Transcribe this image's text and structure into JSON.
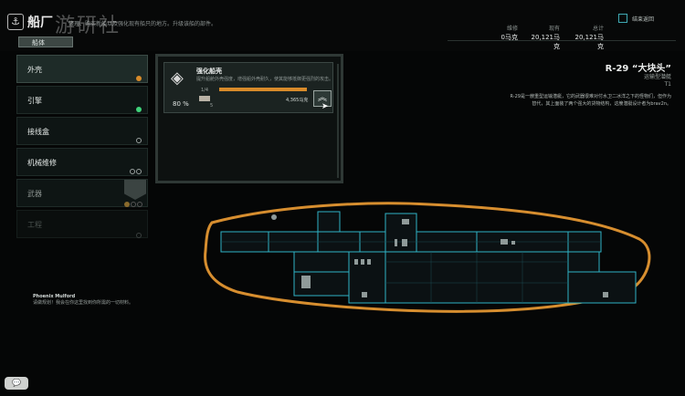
{
  "header": {
    "title": "船厂",
    "logo_glyph": "⚓",
    "subtitle": "修理、购买新船以及强化现有船只的地方。升级该船的部件。",
    "watermark": "游研社",
    "tab_label": "船体",
    "stats": [
      {
        "label": "维修",
        "value": "0马克"
      },
      {
        "label": "现有",
        "value": "20,121马克"
      },
      {
        "label": "总计",
        "value": "20,121马克"
      }
    ],
    "checkbox_label": "结束返回"
  },
  "categories": [
    {
      "label": "外壳",
      "status": "amber"
    },
    {
      "label": "引擎",
      "status": "green"
    },
    {
      "label": "接线盒",
      "status": "ring"
    },
    {
      "label": "机械维修",
      "status": "rings"
    },
    {
      "label": "武器",
      "status": "mixed"
    },
    {
      "label": "工程",
      "status": "dim"
    }
  ],
  "upgrade": {
    "icon": "diamond-icon",
    "title": "强化船壳",
    "desc": "提升船舱外壳强度，增强船外壳耐久，使其能够抵御更强烈的攻击。",
    "percent": "80 %",
    "level": "1/4",
    "progress": 1.0,
    "cost": "4,365马克",
    "cost_small": "5",
    "button_glyph": "︽"
  },
  "ship": {
    "name": "R-29 “大块头”",
    "class": "运输型潜艇",
    "tier": "T1",
    "description": "R-29是一艘重型运输潜艇，它的武器很难对付水卫二冰洋之下的怪物们，但作为替代，其上面装了两个强大的货物结构，这艘潜艇设计者为brav2n。"
  },
  "crew": {
    "name": "Phoenix Mulford",
    "message": "请做规划！我会在你这里找到你所需的一切材料。"
  },
  "chat_glyph": "💬",
  "colors": {
    "accent_amber": "#d88b2a",
    "outline": "#d78e2f",
    "ship_lines": "#2fb3c6"
  }
}
